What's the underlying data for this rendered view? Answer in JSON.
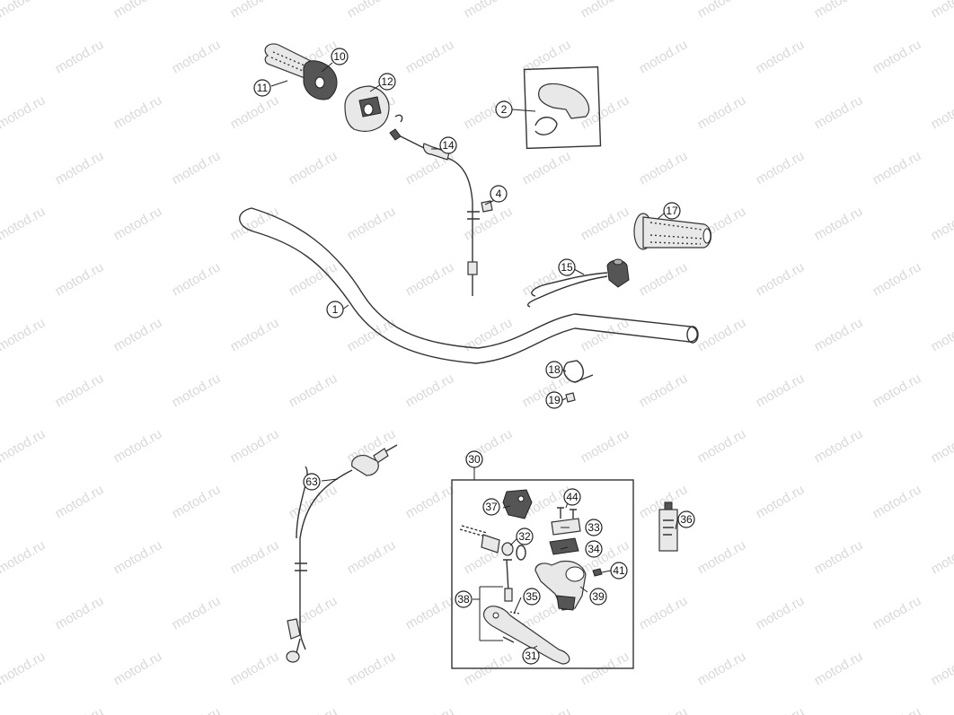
{
  "watermark": {
    "text": "motod.ru"
  },
  "callouts": [
    {
      "label": "1"
    },
    {
      "label": "2"
    },
    {
      "label": "4"
    },
    {
      "label": "10"
    },
    {
      "label": "11"
    },
    {
      "label": "12"
    },
    {
      "label": "14"
    },
    {
      "label": "15"
    },
    {
      "label": "17"
    },
    {
      "label": "18"
    },
    {
      "label": "19"
    },
    {
      "label": "30"
    },
    {
      "label": "31"
    },
    {
      "label": "32"
    },
    {
      "label": "33"
    },
    {
      "label": "34"
    },
    {
      "label": "35"
    },
    {
      "label": "36"
    },
    {
      "label": "37"
    },
    {
      "label": "38"
    },
    {
      "label": "39"
    },
    {
      "label": "41"
    },
    {
      "label": "44"
    },
    {
      "label": "63"
    }
  ]
}
